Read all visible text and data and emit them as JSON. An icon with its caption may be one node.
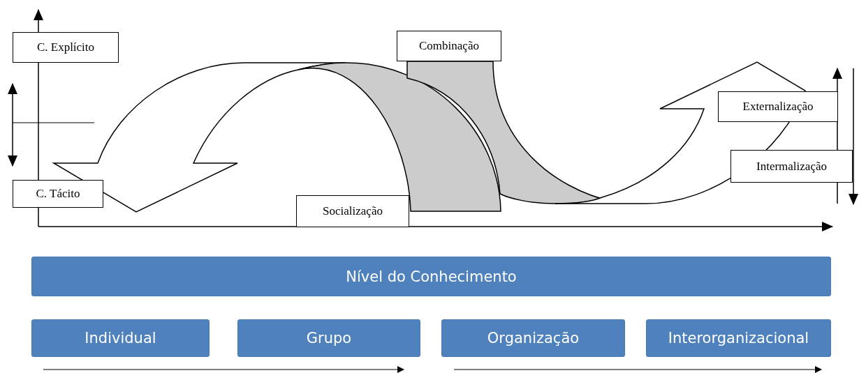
{
  "diagram": {
    "nodes": [
      {
        "text": [
          "C. Explícito"
        ]
      },
      {
        "text": [
          "Combinação"
        ]
      },
      {
        "text": [
          "Externalização"
        ]
      },
      {
        "text": [
          "Intermalização"
        ]
      },
      {
        "text": [
          "C. Tácito"
        ]
      },
      {
        "text": [
          "Socialização"
        ]
      },
      {
        "text": [
          "Nível do Conhecimento"
        ]
      },
      {
        "text": [
          "Individual"
        ]
      },
      {
        "text": [
          "Grupo"
        ]
      },
      {
        "text": [
          "Organização"
        ]
      },
      {
        "text": [
          "Interorganizacional"
        ]
      }
    ]
  }
}
